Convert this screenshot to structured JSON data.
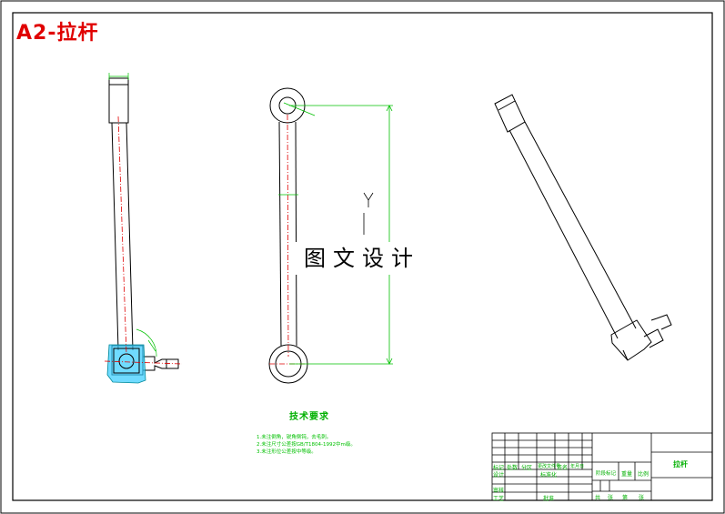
{
  "sheet": {
    "title": "A2-拉杆",
    "watermark": "图文设计"
  },
  "tech_requirements": {
    "title": "技术要求",
    "notes": [
      "1.未注倒角，锐角倒钝，去毛刺。",
      "2.未注尺寸公差按GB/T1804-1992中m级。",
      "3.未注形位公差按中等级。"
    ]
  },
  "title_block": {
    "labels": [
      "标记",
      "处数",
      "分区",
      "更改文件号",
      "签名",
      "年月日",
      "设计",
      "标准化",
      "阶段标记",
      "重量",
      "比例",
      "审核",
      "工艺",
      "批准",
      "共",
      "张",
      "第",
      "张"
    ],
    "part_name": "拉杆"
  },
  "colors": {
    "outline": "#000000",
    "dimension": "#00c000",
    "centerline": "#e00000",
    "highlight": "#33ccff",
    "sheet_title": "#e00000"
  }
}
